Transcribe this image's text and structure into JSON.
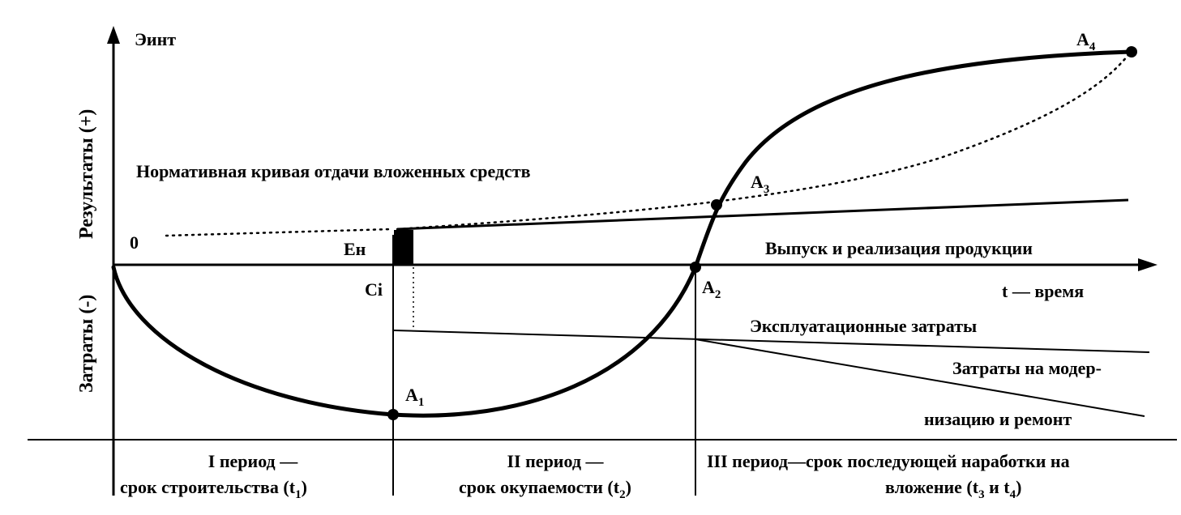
{
  "axes": {
    "y_top_label": "Эинт",
    "y_positive_label": "Результаты (+)",
    "y_negative_label": "Затраты (-)",
    "x_label": "t — время",
    "origin_label": "0"
  },
  "curves": {
    "normative_label": "Нормативная кривая отдачи вложенных средств",
    "output_label": "Выпуск и реализация продукции",
    "operating_costs_label": "Эксплуатационные затраты",
    "modernization_label_line1": "Затраты на модер-",
    "modernization_label_line2": "низацию и ремонт"
  },
  "points": {
    "en": "Ен",
    "ci": "Ci",
    "a1": "A",
    "a1_sub": "1",
    "a2": "A",
    "a2_sub": "2",
    "a3": "A",
    "a3_sub": "3",
    "a4": "A",
    "a4_sub": "4"
  },
  "periods": {
    "p1_line1": "I период —",
    "p1_line2": "срок строительства (t",
    "p1_sub": "1",
    "p1_close": ")",
    "p2_line1": "II период —",
    "p2_line2": "срок окупаемости (t",
    "p2_sub": "2",
    "p2_close": ")",
    "p3_line1": "III период—срок последующей наработки на",
    "p3_line2": "вложение (t",
    "p3_sub3": "3",
    "p3_mid": " и t",
    "p3_sub4": "4",
    "p3_close": ")"
  }
}
